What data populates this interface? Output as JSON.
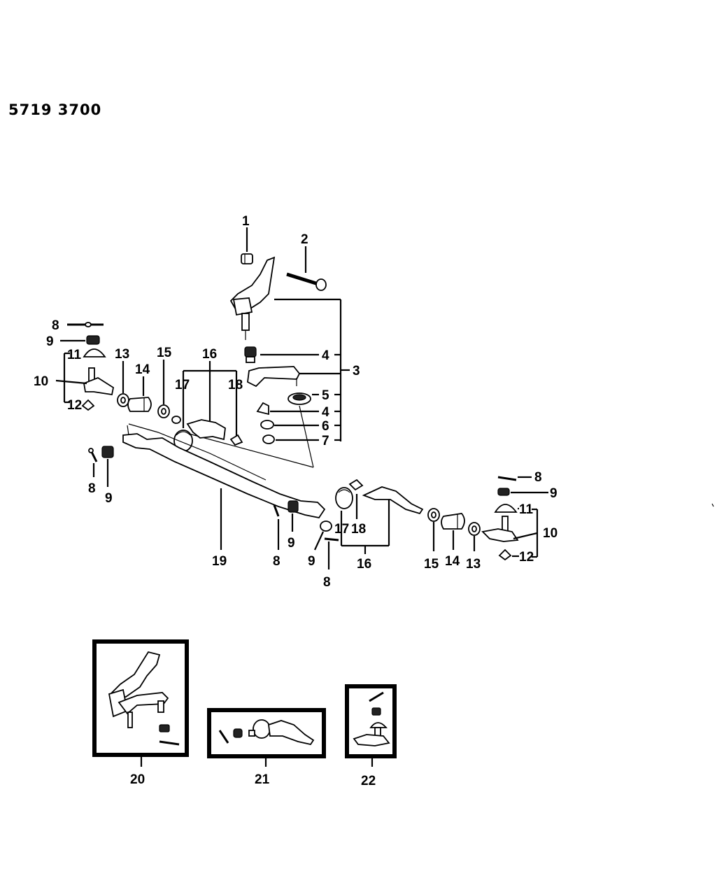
{
  "header": {
    "document_number": "5719 3700"
  },
  "callouts": [
    {
      "id": "c1",
      "text": "1"
    },
    {
      "id": "c2",
      "text": "2"
    },
    {
      "id": "c3",
      "text": "3"
    },
    {
      "id": "c4a",
      "text": "4"
    },
    {
      "id": "c4b",
      "text": "4"
    },
    {
      "id": "c5",
      "text": "5"
    },
    {
      "id": "c6",
      "text": "6"
    },
    {
      "id": "c7",
      "text": "7"
    },
    {
      "id": "c8a",
      "text": "8"
    },
    {
      "id": "c9a",
      "text": "9"
    },
    {
      "id": "c11a",
      "text": "11"
    },
    {
      "id": "c10a",
      "text": "10"
    },
    {
      "id": "c12a",
      "text": "12"
    },
    {
      "id": "c13a",
      "text": "13"
    },
    {
      "id": "c14a",
      "text": "14"
    },
    {
      "id": "c15a",
      "text": "15"
    },
    {
      "id": "c16a",
      "text": "16"
    },
    {
      "id": "c17a",
      "text": "17"
    },
    {
      "id": "c18a",
      "text": "18"
    },
    {
      "id": "c8b",
      "text": "8"
    },
    {
      "id": "c9b",
      "text": "9"
    },
    {
      "id": "c19",
      "text": "19"
    },
    {
      "id": "c8c",
      "text": "8"
    },
    {
      "id": "c9c",
      "text": "9"
    },
    {
      "id": "c9d",
      "text": "9"
    },
    {
      "id": "c8d",
      "text": "8"
    },
    {
      "id": "c17b",
      "text": "17"
    },
    {
      "id": "c18b",
      "text": "18"
    },
    {
      "id": "c16b",
      "text": "16"
    },
    {
      "id": "c15b",
      "text": "15"
    },
    {
      "id": "c14b",
      "text": "14"
    },
    {
      "id": "c13b",
      "text": "13"
    },
    {
      "id": "c8e",
      "text": "8"
    },
    {
      "id": "c9e",
      "text": "9"
    },
    {
      "id": "c11b",
      "text": "11"
    },
    {
      "id": "c10b",
      "text": "10"
    },
    {
      "id": "c12b",
      "text": "12"
    },
    {
      "id": "c20",
      "text": "20"
    },
    {
      "id": "c21",
      "text": "21"
    },
    {
      "id": "c22",
      "text": "22"
    }
  ]
}
